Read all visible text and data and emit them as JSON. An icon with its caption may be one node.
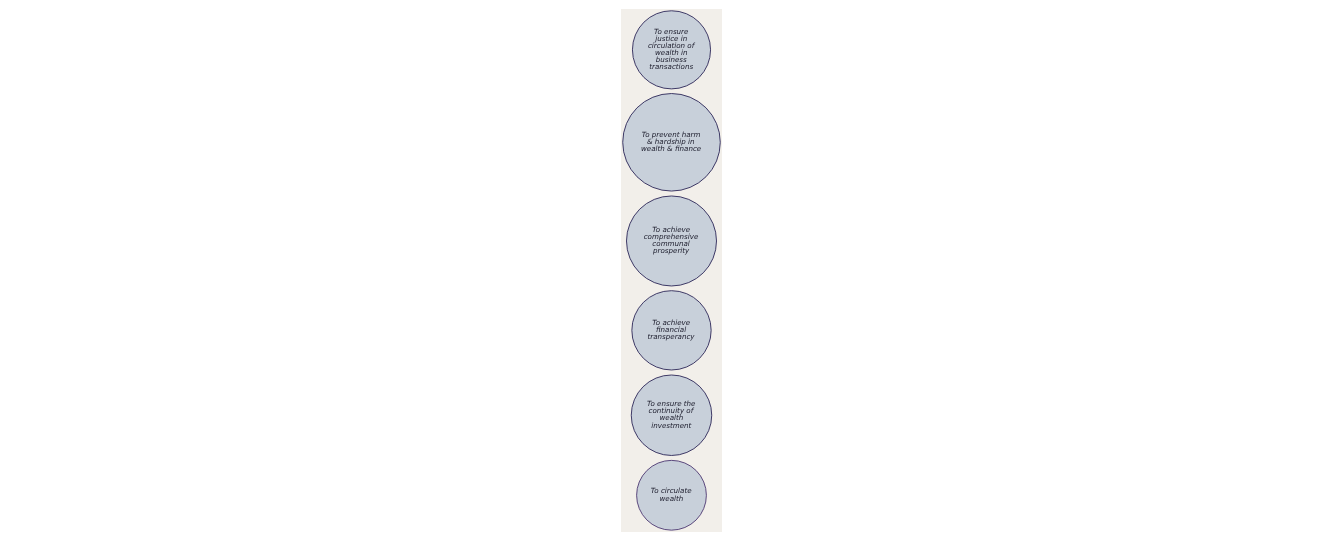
{
  "diagram": {
    "nodes": [
      {
        "text": [
          "To circulate wealth"
        ]
      },
      {
        "text": [
          "To ensure the continuity of wealth investment"
        ]
      },
      {
        "text": [
          "To achieve financial transperancy"
        ]
      },
      {
        "text": [
          "To achieve comprehensive communal prosperity"
        ]
      },
      {
        "text": [
          "To prevent harm & hardship in wealth & finance"
        ]
      },
      {
        "text": [
          "To ensure justice in circulation of wealth in business transactions"
        ]
      }
    ]
  }
}
